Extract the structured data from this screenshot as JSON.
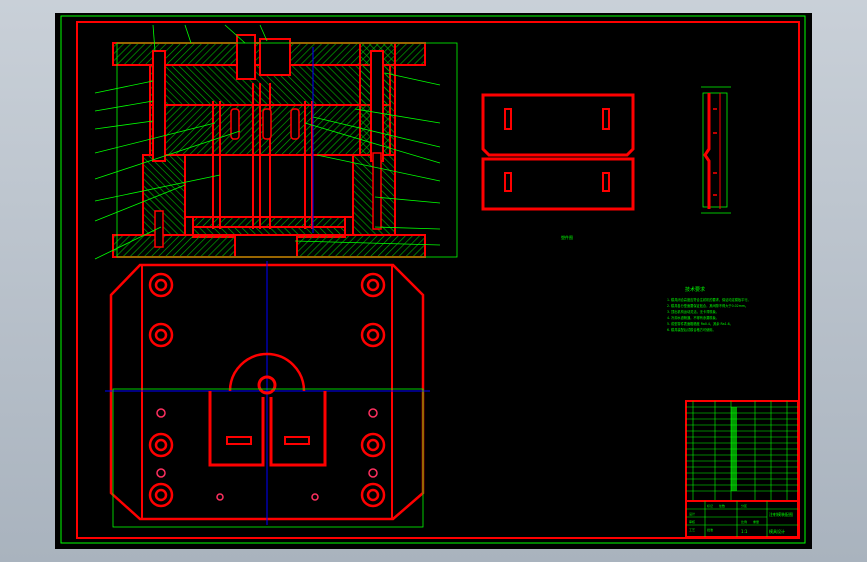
{
  "drawing": {
    "background": "#000000",
    "line_colors": {
      "outline": "#ff0000",
      "hatch": "#00aa00",
      "leader": "#00ff00",
      "centerline": "#0000ff",
      "cyan": "#00ffff",
      "magenta": "#ff00ff"
    },
    "notes_title": "技术要求",
    "notes": [
      "1. 模具闭合高度应符合注射机的要求，保证动定模板平行。",
      "2. 模具各分型面要保证贴合，其间隙不得大于0.02mm。",
      "3. 顶出机构运动灵活，无卡滞现象。",
      "4. 冷却水道畅通，不得有渗漏现象。",
      "5. 成型零件表面粗糙度 Ra0.4，其余 Ra1.6。",
      "6. 模具装配后试模合格方可使用。"
    ],
    "part_label": "塑件图",
    "scale_label": "1:1",
    "title_block": {
      "drawing_title": "注射模装配图",
      "company": "模具设计",
      "labels": [
        "标记",
        "处数",
        "分区",
        "设计",
        "审核",
        "工艺",
        "批准",
        "比例",
        "重量"
      ]
    }
  }
}
